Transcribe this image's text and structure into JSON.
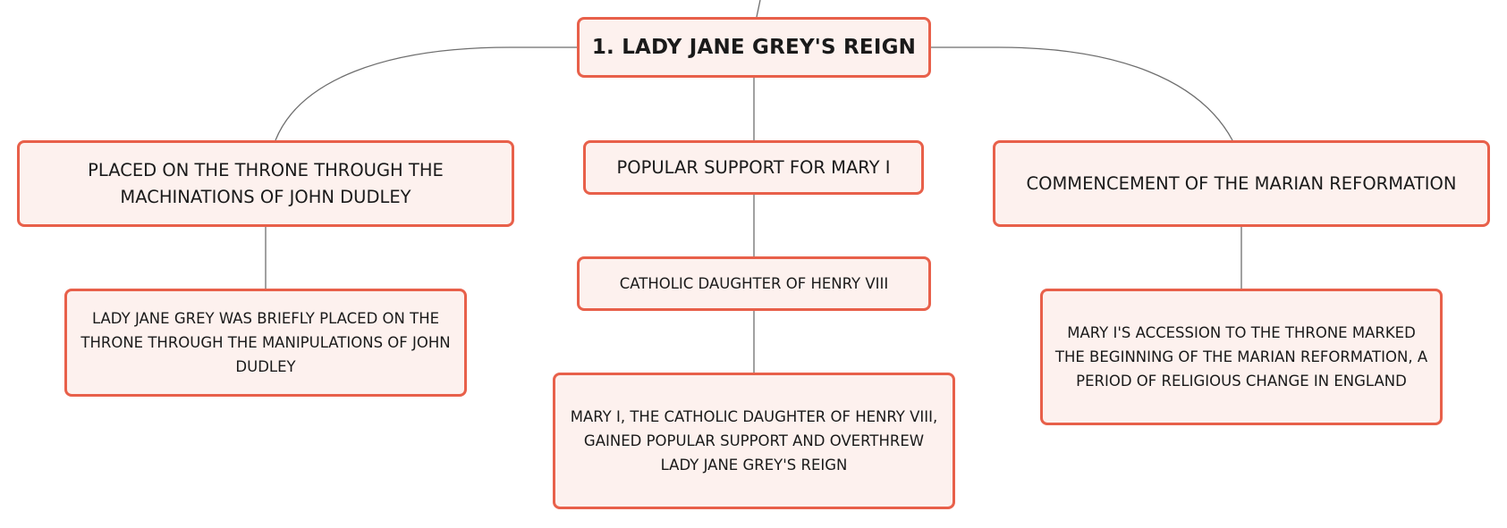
{
  "diagram": {
    "root": {
      "label": "1. LADY JANE GREY'S REIGN"
    },
    "left_branch": {
      "label": "PLACED ON THE THRONE THROUGH THE MACHINATIONS OF JOHN DUDLEY",
      "detail": "LADY JANE GREY WAS BRIEFLY PLACED ON THE THRONE THROUGH THE MANIPULATIONS OF JOHN DUDLEY"
    },
    "center_branch": {
      "label": "POPULAR SUPPORT FOR MARY I",
      "child": "CATHOLIC DAUGHTER OF HENRY VIII",
      "detail": "MARY I, THE CATHOLIC DAUGHTER OF HENRY VIII, GAINED POPULAR SUPPORT AND OVERTHREW LADY JANE GREY'S REIGN"
    },
    "right_branch": {
      "label": "COMMENCEMENT OF THE MARIAN REFORMATION",
      "detail": "MARY I'S ACCESSION TO THE THRONE MARKED THE BEGINNING OF THE MARIAN REFORMATION, A PERIOD OF RELIGIOUS CHANGE IN ENGLAND"
    },
    "colors": {
      "node_border": "#e8604a",
      "node_fill": "#fdf1ee",
      "connector": "#6e6e6e",
      "text": "#1a1a1a"
    }
  }
}
